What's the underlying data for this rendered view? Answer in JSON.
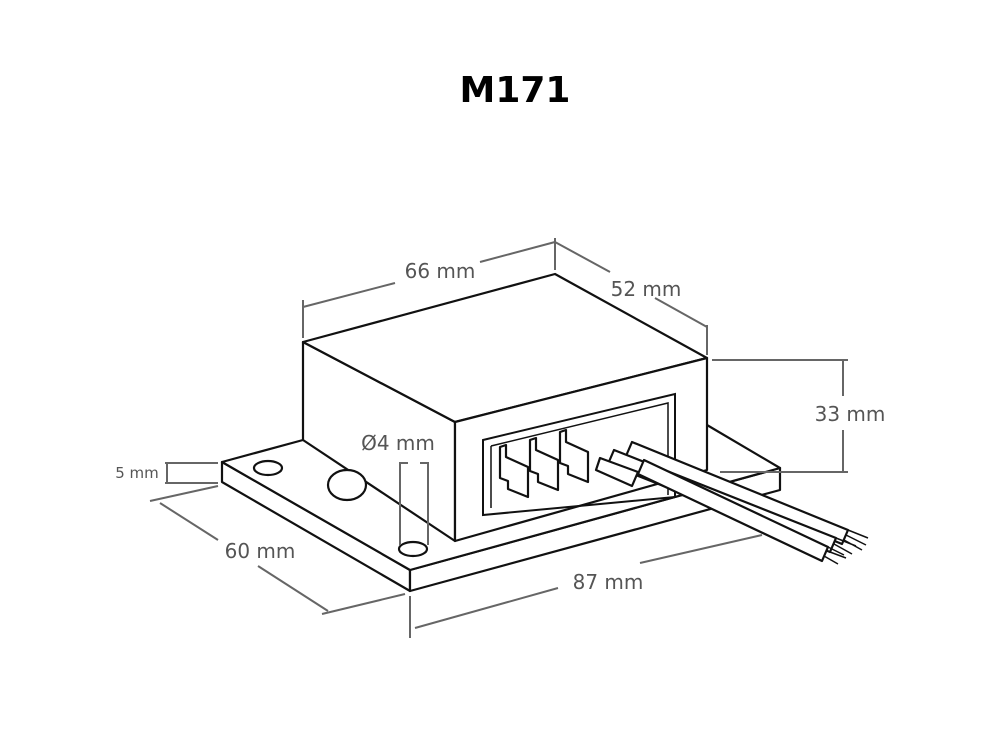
{
  "title": "M171",
  "dimensions": {
    "width": "66 mm",
    "depth": "52 mm",
    "height": "33 mm",
    "plate_thickness": "5 mm",
    "hole_diameter": "Ø4 mm",
    "plate_width": "60 mm",
    "plate_length": "87 mm"
  }
}
